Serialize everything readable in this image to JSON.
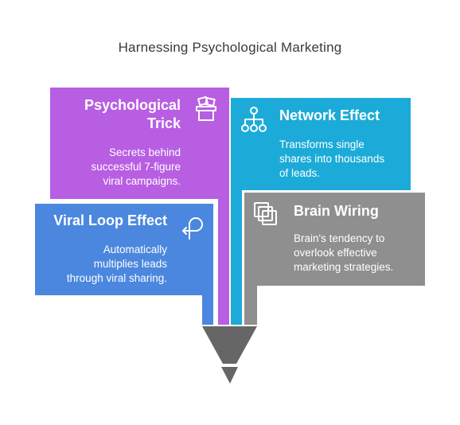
{
  "title": "Harnessing Psychological Marketing",
  "cards": {
    "psychological_trick": {
      "heading_line1": "Psychological",
      "heading_line2": "Trick",
      "desc_line1": "Secrets behind",
      "desc_line2": "successful 7-figure",
      "desc_line3": "viral campaigns.",
      "color": "#b85ee3",
      "icon": "magic-hat-icon"
    },
    "network_effect": {
      "heading": "Network Effect",
      "desc_line1": "Transforms single",
      "desc_line2": "shares into thousands",
      "desc_line3": "of leads.",
      "color": "#1cabd8",
      "icon": "network-icon"
    },
    "viral_loop_effect": {
      "heading": "Viral Loop Effect",
      "desc_line1": "Automatically",
      "desc_line2": "multiplies leads",
      "desc_line3": "through viral sharing.",
      "color": "#4b87de",
      "icon": "loop-icon"
    },
    "brain_wiring": {
      "heading": "Brain Wiring",
      "desc_line1": "Brain's tendency to",
      "desc_line2": "overlook effective",
      "desc_line3": "marketing strategies.",
      "color": "#8f8f8f",
      "icon": "layers-icon"
    }
  },
  "funnel_color": "#666666"
}
